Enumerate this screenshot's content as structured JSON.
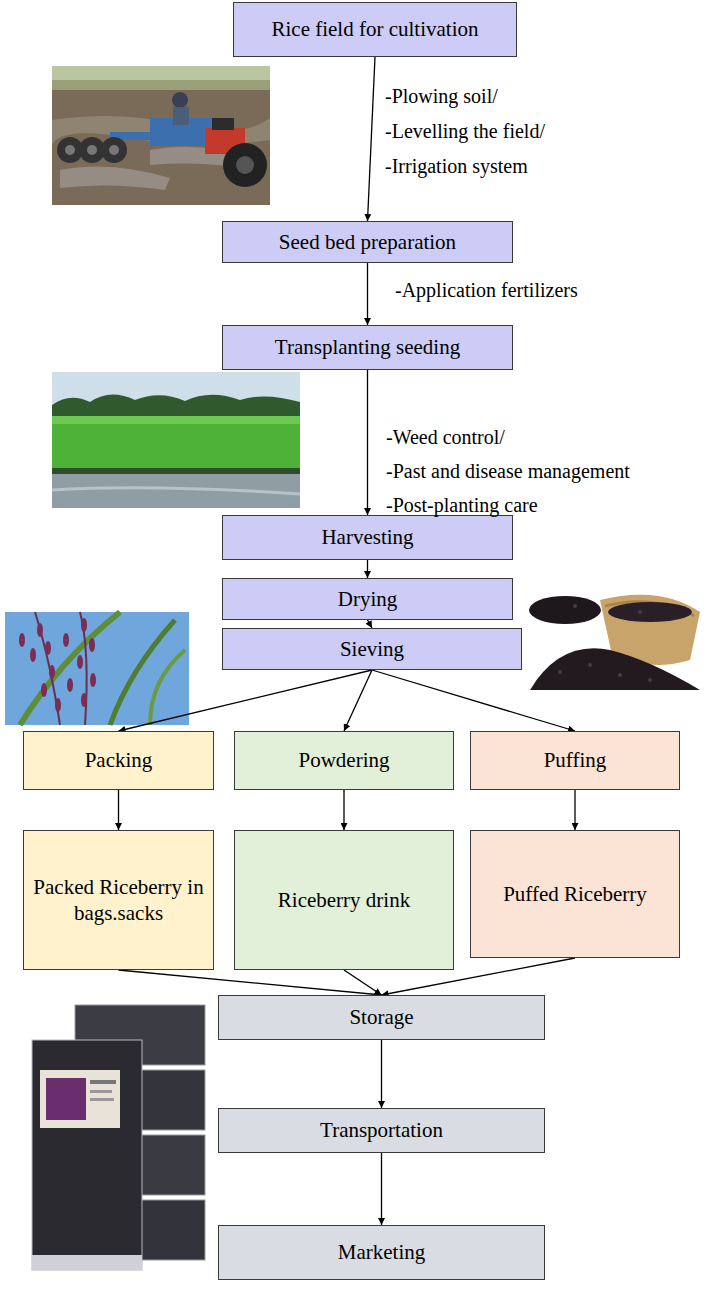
{
  "diagram": {
    "nodes": [
      {
        "text": [
          "Rice field for cultivation"
        ]
      },
      {
        "text": [
          "Seed bed preparation"
        ]
      },
      {
        "text": [
          "Transplanting seeding"
        ]
      },
      {
        "text": [
          "Harvesting"
        ]
      },
      {
        "text": [
          "Drying"
        ]
      },
      {
        "text": [
          "Sieving"
        ]
      },
      {
        "text": [
          "Packing"
        ]
      },
      {
        "text": [
          "Powdering"
        ]
      },
      {
        "text": [
          "Puffing"
        ]
      },
      {
        "text": [
          "Packed Riceberry in bags.sacks"
        ]
      },
      {
        "text": [
          "Riceberry drink"
        ]
      },
      {
        "text": [
          "Puffed Riceberry"
        ]
      },
      {
        "text": [
          "Storage"
        ]
      },
      {
        "text": [
          "Transportation"
        ]
      },
      {
        "text": [
          "Marketing"
        ]
      }
    ],
    "edges": [
      {
        "from": 0,
        "to": 1,
        "arrow": "to"
      },
      {
        "from": 1,
        "to": 2,
        "arrow": "to"
      },
      {
        "from": 2,
        "to": 3,
        "arrow": "to"
      },
      {
        "from": 3,
        "to": 4,
        "arrow": "to"
      },
      {
        "from": 4,
        "to": 5,
        "arrow": "to"
      },
      {
        "from": 5,
        "to": 6,
        "arrow": "to"
      },
      {
        "from": 5,
        "to": 7,
        "arrow": "to"
      },
      {
        "from": 5,
        "to": 8,
        "arrow": "to"
      },
      {
        "from": 6,
        "to": 9,
        "arrow": "to"
      },
      {
        "from": 7,
        "to": 10,
        "arrow": "to"
      },
      {
        "from": 8,
        "to": 11,
        "arrow": "to"
      },
      {
        "from": 9,
        "to": 12,
        "arrow": "to"
      },
      {
        "from": 10,
        "to": 12,
        "arrow": "to"
      },
      {
        "from": 11,
        "to": 12,
        "arrow": "to"
      },
      {
        "from": 12,
        "to": 13,
        "arrow": "to"
      },
      {
        "from": 13,
        "to": 14,
        "arrow": "to"
      }
    ],
    "labels": [
      "-Plowing soil/",
      "-Levelling the field/",
      "-Irrigation system",
      "-Application fertilizers",
      "-Weed control/",
      "-Past and disease management",
      "-Post-planting care"
    ]
  }
}
